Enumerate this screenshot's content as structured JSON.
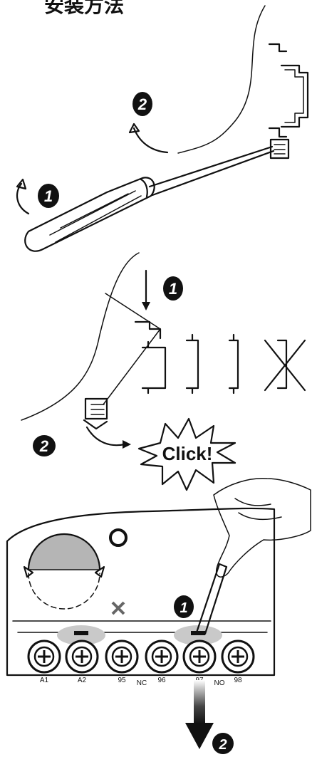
{
  "header": {
    "title": "安装方法"
  },
  "steps": {
    "remove_step_1": "1",
    "remove_step_2": "2",
    "mount_step_1": "1",
    "mount_step_2": "2",
    "release_step_1": "1",
    "release_step_2": "2"
  },
  "callout": {
    "text": "Click!"
  },
  "dial": {
    "ok_mark": "O",
    "wrong_mark": "X"
  },
  "terminals": {
    "labels": [
      "A1",
      "A2",
      "95",
      "96",
      "97",
      "98"
    ],
    "group_labels": [
      "NC",
      "NO"
    ]
  },
  "colors": {
    "ink": "#111111",
    "highlight": "#c9c9c9",
    "dial": "#b5b5b5"
  }
}
